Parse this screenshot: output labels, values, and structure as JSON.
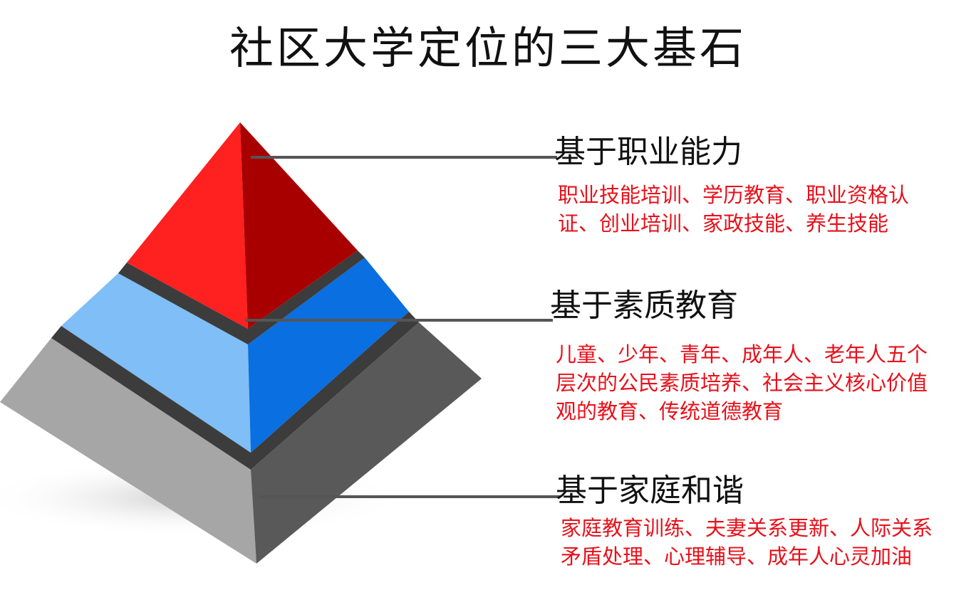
{
  "title": "社区大学定位的三大基石",
  "colors": {
    "top_light": "#ff2020",
    "top_dark": "#a80000",
    "middle_light": "#7fbef6",
    "middle_dark": "#0a6fe0",
    "bottom_light": "#a6a6a6",
    "bottom_dark": "#595959",
    "divider": "#3c3c3c",
    "description_text": "#e8101a"
  },
  "tiers": [
    {
      "heading": "基于职业能力",
      "description": "职业技能培训、学历教育、职业资格认证、创业培训、家政技能、养生技能"
    },
    {
      "heading": "基于素质教育",
      "description": "儿童、少年、青年、成年人、老年人五个层次的公民素质培养、社会主义核心价值观的教育、传统道德教育"
    },
    {
      "heading": "基于家庭和谐",
      "description": "家庭教育训练、夫妻关系更新、人际关系矛盾处理、心理辅导、成年人心灵加油"
    }
  ]
}
